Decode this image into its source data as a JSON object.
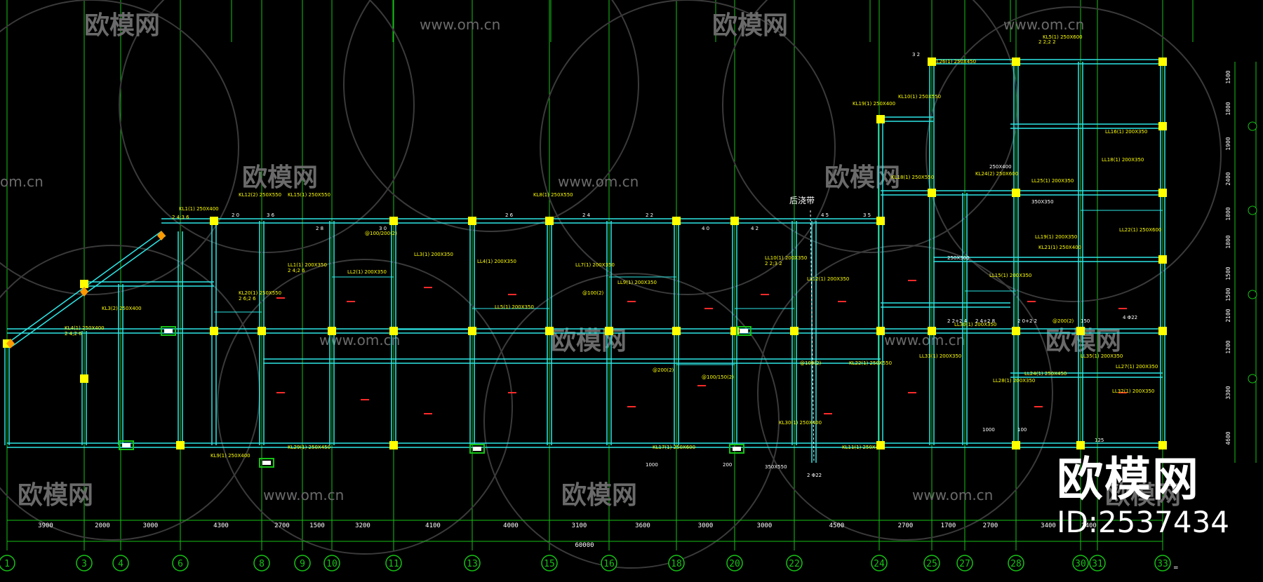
{
  "watermark": {
    "brand_cn": "欧模网",
    "site": "www.om.cn",
    "site_short": "om.cn"
  },
  "logo": {
    "brand_cn": "欧模网",
    "id_label": "ID:2537434"
  },
  "axes": {
    "labels": [
      "1",
      "3",
      "4",
      "6",
      "8",
      "9",
      "10",
      "11",
      "13",
      "15",
      "16",
      "18",
      "20",
      "22",
      "24",
      "25",
      "27",
      "28",
      "30",
      "31",
      "33"
    ],
    "spans": [
      "3900",
      "2000",
      "3000",
      "4300",
      "2700",
      "1500",
      "3200",
      "4100",
      "4000",
      "3100",
      "3600",
      "3000",
      "3000",
      "4500",
      "2700",
      "1700",
      "2700",
      "3400",
      "2400"
    ],
    "total": "60000"
  },
  "right_dims": [
    "1500",
    "1800",
    "1900",
    "2400",
    "1800",
    "1800",
    "1500",
    "1500",
    "2100",
    "1200",
    "3300",
    "4600"
  ],
  "annotations": {
    "post_pour_strip": "后浇带",
    "beam_labels": [
      "KL1(1) 250X400",
      "KL3(2) 250X400",
      "KL4(1) 250X400",
      "KL5(1) 250X600",
      "KL8(1) 250X550",
      "KL9(1) 250X400",
      "KL10(1) 250X550",
      "KL11(1) 250X450",
      "KL12(2) 250X550",
      "KL15(1) 250X550",
      "KL17(1) 250X600",
      "KL18(1) 250X550",
      "KL19(1) 250X400",
      "KL20(1) 250X550",
      "KL21(1) 250X400",
      "KL22(1) 250X550",
      "KL24(2) 250X600",
      "KL26(1) 250X450",
      "KL29(1) 250X450",
      "KL30(1) 250X400",
      "LL1(1) 200X350",
      "LL2(1) 200X350",
      "LL3(1) 200X350",
      "LL4(1) 200X350",
      "LL5(1) 200X350",
      "LL7(1) 200X350",
      "LL9(1) 200X350",
      "LL10(1) 200X350",
      "LL12(1) 200X350",
      "LL15(1) 200X350",
      "LL16(1) 200X350",
      "LL18(1) 200X350",
      "LL19(1) 200X350",
      "LL22(1) 250X600",
      "LL24(1) 250X450",
      "LL25(1) 200X350",
      "LL27(1) 200X350",
      "LL28(1) 200X350",
      "LL30(1) 200X350",
      "LL32(1) 200X350",
      "LL33(1) 200X350",
      "LL35(1) 200X350"
    ],
    "rebar_labels": [
      "2 4;3 6",
      "2 4;2 6",
      "2 2;2 2",
      "2 6;2 6",
      "2 4;2 6",
      "2 2;3 2",
      "@100/200(2)",
      "@100(2)",
      "@200(2)",
      "@100/150(2)",
      "@100(2)",
      "@200(2)"
    ],
    "small_labels": [
      "2 0",
      "3 6",
      "2 8",
      "3 0",
      "2 6",
      "2 4",
      "2 2",
      "4 0",
      "4 2",
      "4 5",
      "3 5",
      "3 2",
      "2 2+2 4",
      "2 4+2 8",
      "2 0+2 2",
      "150",
      "100",
      "125",
      "1000",
      "1000",
      "200",
      "350X550",
      "250X400",
      "350X350",
      "250X300",
      "4 Φ22",
      "2 Φ22"
    ]
  }
}
